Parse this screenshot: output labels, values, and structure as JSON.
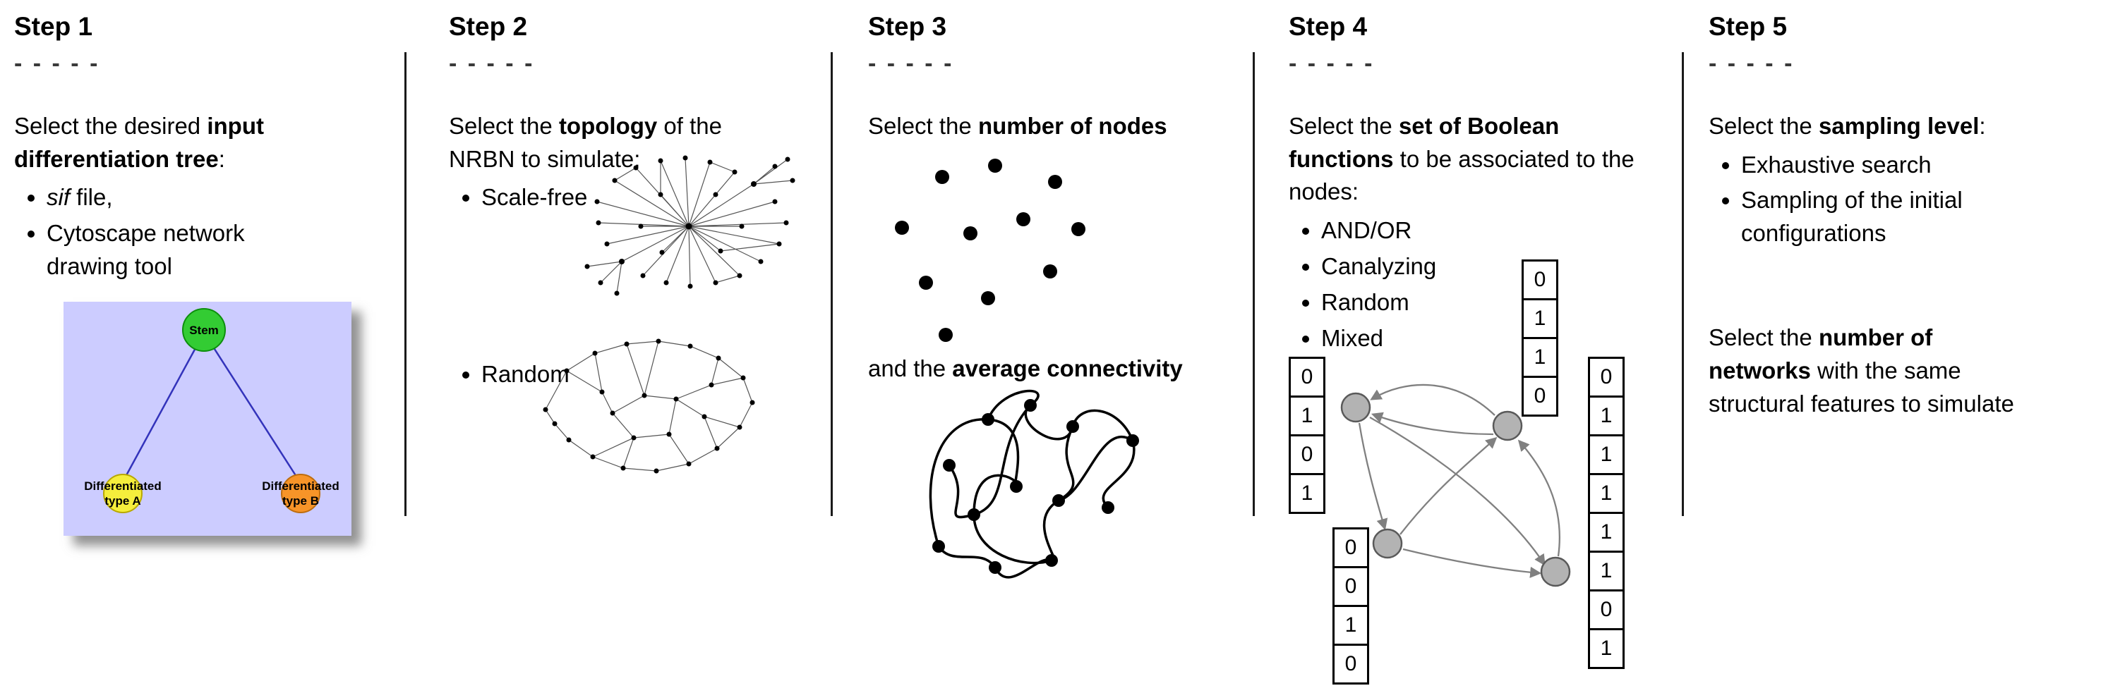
{
  "steps": [
    {
      "title": "Step 1",
      "dashes": "- - - - -",
      "intro": [
        "Select the desired ",
        "input differentiation tree",
        ":"
      ],
      "bullets": [
        {
          "italic": "sif",
          "rest": " file,"
        },
        {
          "text": "Cytoscape network drawing tool"
        }
      ],
      "tree": {
        "root": "Stem",
        "left_line1": "Differentiated",
        "left_line2": "type A",
        "right_line1": "Differentiated",
        "right_line2": "type B",
        "colors": {
          "background": "#ccccff",
          "root": "#33cc33",
          "left": "#f5ee3c",
          "right": "#f79428",
          "edge": "#3333bb"
        }
      }
    },
    {
      "title": "Step 2",
      "dashes": "- - - - -",
      "intro": [
        "Select the ",
        "topology",
        " of the NRBN to simulate:"
      ],
      "bullets": [
        {
          "text": "Scale-free"
        },
        {
          "text": "Random"
        }
      ]
    },
    {
      "title": "Step 3",
      "dashes": "- - - - -",
      "line1": [
        "Select the ",
        "number of nodes"
      ],
      "line2": [
        "and the ",
        "average connectivity"
      ]
    },
    {
      "title": "Step 4",
      "dashes": "- - - - -",
      "intro": [
        "Select the ",
        "set of Boolean functions",
        " to be associated to the nodes:"
      ],
      "bullets": [
        {
          "text": "AND/OR"
        },
        {
          "text": "Canalyzing"
        },
        {
          "text": "Random"
        },
        {
          "text": "Mixed"
        }
      ],
      "truth_tables": {
        "left": [
          "0",
          "1",
          "0",
          "1"
        ],
        "top": [
          "0",
          "1",
          "1",
          "0"
        ],
        "right": [
          "0",
          "1",
          "1",
          "1",
          "1",
          "1",
          "0",
          "1"
        ],
        "bottom": [
          "0",
          "0",
          "1",
          "0"
        ]
      },
      "colors": {
        "node_fill": "#b3b3b3",
        "node_stroke": "#5a5a5a",
        "arrow": "#808080"
      }
    },
    {
      "title": "Step 5",
      "dashes": "- - - - -",
      "intro": [
        "Select the ",
        "sampling level",
        ":"
      ],
      "bullets": [
        {
          "text": "Exhaustive search"
        },
        {
          "text": "Sampling of the initial configurations"
        }
      ],
      "paragraph": [
        "Select the ",
        "number of networks",
        " with the same structural features to simulate"
      ]
    }
  ]
}
